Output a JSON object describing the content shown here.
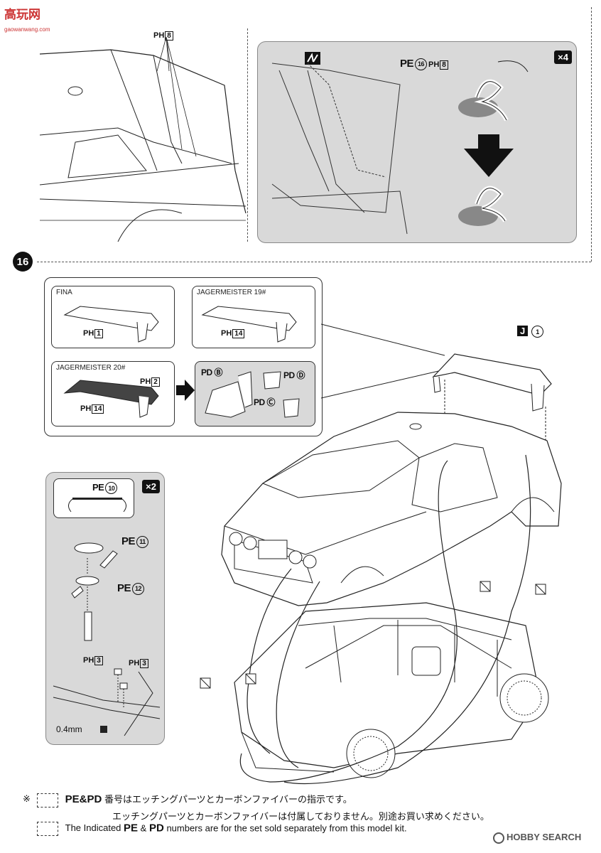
{
  "watermark_top": {
    "text": "高玩网",
    "sub": "gaowanwang.com"
  },
  "top_left": {
    "ph_label": "PH",
    "ph_number": "8"
  },
  "top_right": {
    "pe_label": "PE",
    "pe_circle": "16",
    "ph_label": "PH",
    "ph_number": "8",
    "multiplier": "×4"
  },
  "step": {
    "number": "16"
  },
  "wing_options": [
    {
      "title": "FINA",
      "ph_label": "PH",
      "ph_number": "1"
    },
    {
      "title": "JAGERMEISTER 19#",
      "ph_label": "PH",
      "ph_number": "14"
    },
    {
      "title": "JAGERMEISTER 20#",
      "ph_label": "PH",
      "ph_number": "14",
      "ph2_number": "2"
    }
  ],
  "pd_parts": {
    "b": "PD Ⓑ",
    "c": "PD Ⓒ",
    "d": "PD Ⓓ"
  },
  "main_part": {
    "letter": "J",
    "circle": "1"
  },
  "left_panel": {
    "multiplier": "×2",
    "pe10": {
      "label": "PE",
      "circle": "10"
    },
    "pe11": {
      "label": "PE",
      "circle": "11"
    },
    "pe12": {
      "label": "PE",
      "circle": "12"
    },
    "ph3a": {
      "label": "PH",
      "number": "3"
    },
    "ph3b": {
      "label": "PH",
      "number": "3"
    },
    "drill": "0.4mm"
  },
  "notes": {
    "mark": "※",
    "jp_line1_prefix": "PE&PD",
    "jp_line1": "番号はエッチングパーツとカーボンファイバーの指示です。",
    "jp_line2": "エッチングパーツとカーボンファイバーは付属しておりません。別途お買い求めください。",
    "en_prefix": "The Indicated",
    "en_pe": "PE",
    "en_amp": "&",
    "en_pd": "PD",
    "en_rest": "numbers are for the set sold separately from this model kit."
  },
  "footer_logo": "HOBBY SEARCH"
}
